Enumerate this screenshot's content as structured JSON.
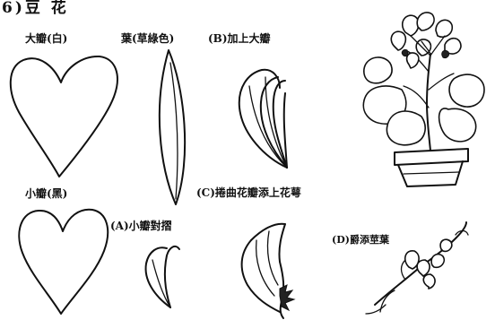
{
  "title": "6)豆 花",
  "labels": {
    "big_petal": "大瓣(白)",
    "leaf": "葉(草綠色)",
    "step_b": "(B)加上大瓣",
    "small_petal": "小瓣(黑)",
    "step_c": "(C)捲曲花瓣添上花萼",
    "step_a": "(A)小瓣對摺",
    "step_d": "(D)爵添莖葉"
  }
}
